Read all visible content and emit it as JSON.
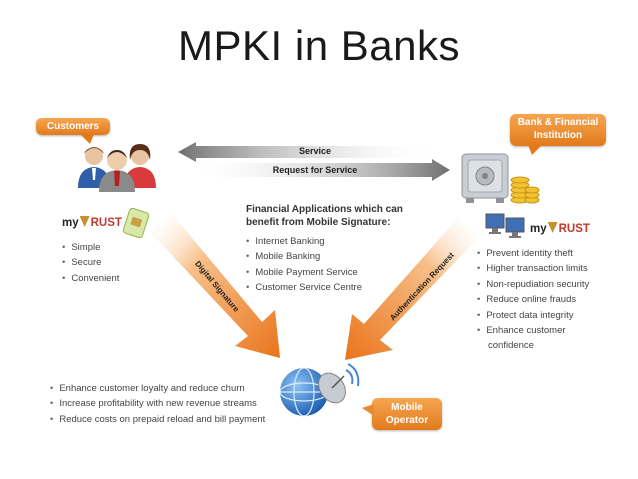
{
  "title": "MPKI in Banks",
  "customers": {
    "label": "Customers",
    "brand": {
      "prefix": "my",
      "suffix": "RUST"
    },
    "features": [
      "Simple",
      "Secure",
      "Convenient"
    ]
  },
  "bank": {
    "label_line1": "Bank & Financial",
    "label_line2": "Institution",
    "brand": {
      "prefix": "my",
      "suffix": "RUST"
    },
    "benefits": [
      "Prevent identity theft",
      "Higher transaction limits",
      "Non-repudiation security",
      "Reduce online frauds",
      "Protect data integrity",
      "Enhance customer",
      "confidence"
    ]
  },
  "arrows": {
    "service": "Service",
    "request": "Request for Service",
    "digital_signature": "Digital Signature",
    "authentication_request": "Authentication Request"
  },
  "applications": {
    "heading_line1": "Financial Applications which can",
    "heading_line2": "benefit from Mobile Signature:",
    "items": [
      "Internet Banking",
      "Mobile Banking",
      "Mobile Payment Service",
      "Customer Service Centre"
    ]
  },
  "operator": {
    "label_line1": "Mobile",
    "label_line2": "Operator",
    "benefits": [
      "Enhance customer loyalty and reduce churn",
      "Increase profitability with new revenue streams",
      "Reduce costs on prepaid reload and bill payment"
    ]
  },
  "colors": {
    "accent_orange": "#e8862a",
    "arrow_grey": "#8a8a8a",
    "brand_red": "#c0392b"
  }
}
